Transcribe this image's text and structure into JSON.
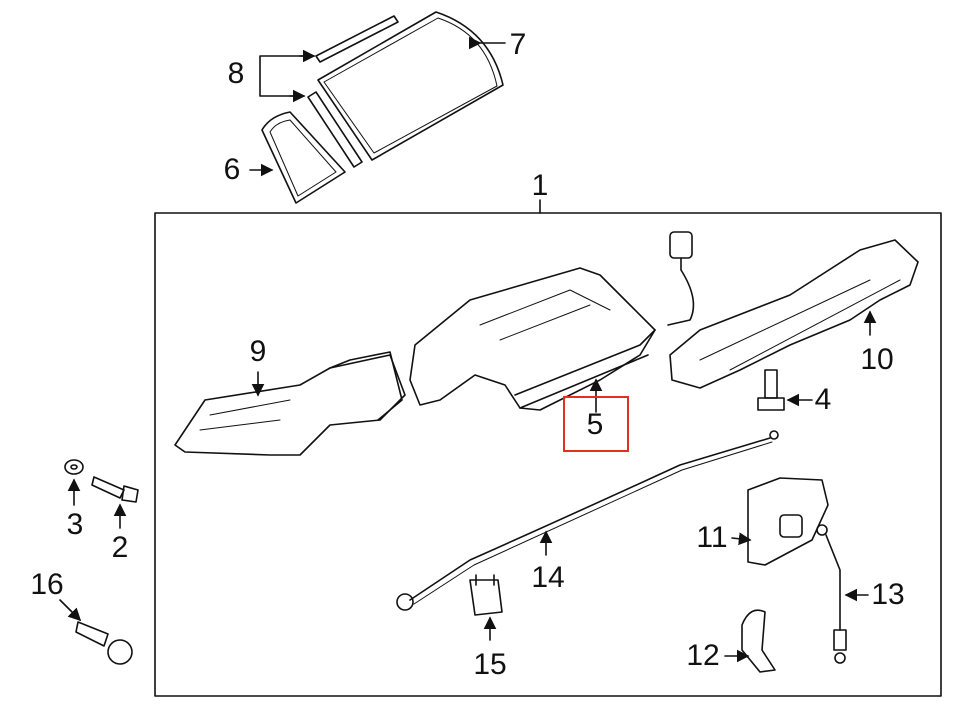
{
  "diagram": {
    "highlight_color": "#e0301e",
    "highlighted_callout": "5",
    "callouts": {
      "c1": "1",
      "c2": "2",
      "c3": "3",
      "c4": "4",
      "c5": "5",
      "c6": "6",
      "c7": "7",
      "c8": "8",
      "c9": "9",
      "c10": "10",
      "c11": "11",
      "c12": "12",
      "c13": "13",
      "c14": "14",
      "c15": "15",
      "c16": "16"
    }
  }
}
